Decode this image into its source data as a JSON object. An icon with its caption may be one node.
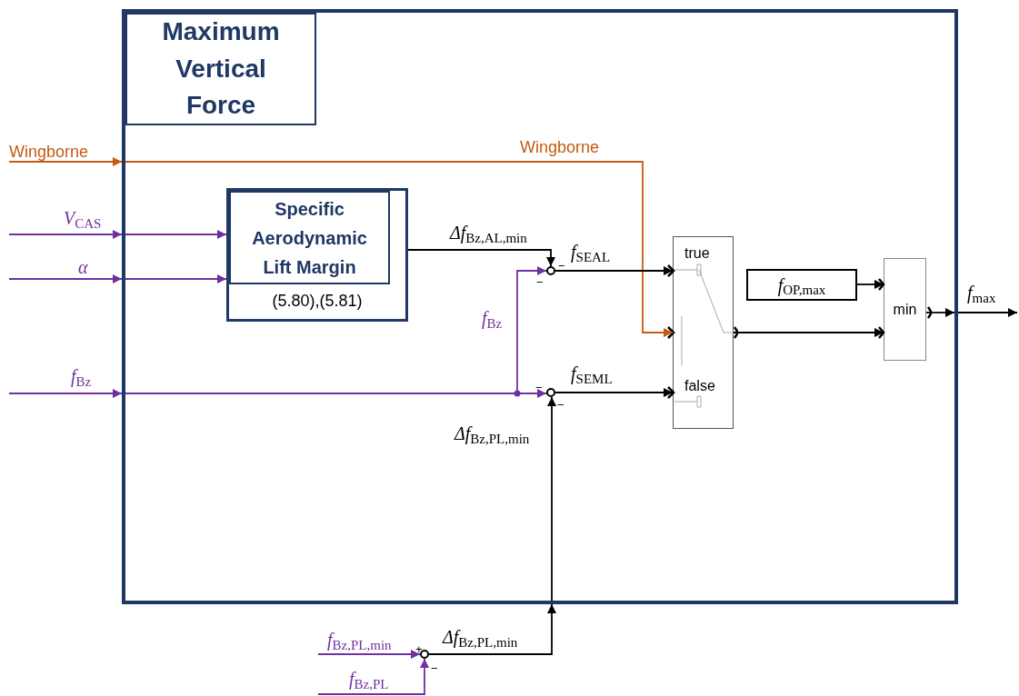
{
  "diagram": {
    "nodes": [
      {
        "text": [
          "Maximum Vertical Force"
        ]
      },
      {
        "text": [
          "Specific Aerodynamic Lift Margin",
          "(5.80),(5.81)"
        ],
        "in": 0
      },
      {
        "text": [],
        "shape": "circle",
        "in": 0
      },
      {
        "text": [],
        "shape": "circle",
        "in": 0
      },
      {
        "text": [
          "true",
          "false"
        ],
        "in": 0
      },
      {
        "text": [
          "f$_{OP,max}$"
        ],
        "in": 0
      },
      {
        "text": [
          "min"
        ],
        "in": 0
      },
      {
        "text": [],
        "shape": "circle"
      }
    ],
    "edges": [
      {
        "from": null,
        "to": 0,
        "arrow": "to",
        "label": "Wingborne",
        "color": "#c55a11"
      },
      {
        "from": null,
        "to": 0,
        "arrow": "to",
        "label": "V$_{CAS}$",
        "color": "#7030a0"
      },
      {
        "from": null,
        "to": 0,
        "arrow": "to",
        "label": "α",
        "color": "#7030a0"
      },
      {
        "from": null,
        "to": 0,
        "arrow": "to",
        "label": "f$_{Bz}$",
        "color": "#7030a0"
      },
      {
        "from": 0,
        "to": 4,
        "arrow": "to",
        "label": "Wingborne",
        "color": "#c55a11"
      },
      {
        "from": 0,
        "to": 1,
        "arrow": "to",
        "color": "#7030a0"
      },
      {
        "from": 0,
        "to": 1,
        "arrow": "to",
        "color": "#7030a0"
      },
      {
        "from": 1,
        "to": 2,
        "arrow": "to",
        "label": "Δf$_{Bz,AL,min}$",
        "color": "#000000"
      },
      {
        "from": 0,
        "to": 2,
        "arrow": "to",
        "label": "f$_{Bz}$",
        "color": "#7030a0"
      },
      {
        "from": 0,
        "to": 3,
        "arrow": "to",
        "color": "#7030a0"
      },
      {
        "from": 2,
        "to": 4,
        "arrow": "to",
        "label": "f$_{SEAL}$",
        "color": "#000000"
      },
      {
        "from": 3,
        "to": 4,
        "arrow": "to",
        "label": "f$_{SEML}$",
        "color": "#000000"
      },
      {
        "from": 7,
        "to": 0,
        "arrow": "to",
        "label": "Δf$_{Bz,PL,min}$",
        "color": "#000000"
      },
      {
        "from": 0,
        "to": 3,
        "arrow": "to",
        "label": "Δf$_{Bz,PL,min}$",
        "color": "#000000"
      },
      {
        "from": 5,
        "to": 6,
        "arrow": "to",
        "color": "#000000"
      },
      {
        "from": 4,
        "to": 6,
        "arrow": "to",
        "color": "#000000"
      },
      {
        "from": 6,
        "to": 0,
        "arrow": "to",
        "color": "#000000"
      },
      {
        "from": 0,
        "to": null,
        "arrow": "to",
        "label": "f$_{max}$",
        "color": "#000000"
      },
      {
        "from": null,
        "to": 7,
        "arrow": "to",
        "label": "f$_{Bz,PL,min}$",
        "color": "#7030a0"
      },
      {
        "from": null,
        "to": 7,
        "arrow": "to",
        "label": "f$_{Bz,PL}$",
        "color": "#7030a0"
      }
    ],
    "labels": [
      "−",
      "−",
      "−",
      "−",
      "+",
      "−"
    ]
  }
}
